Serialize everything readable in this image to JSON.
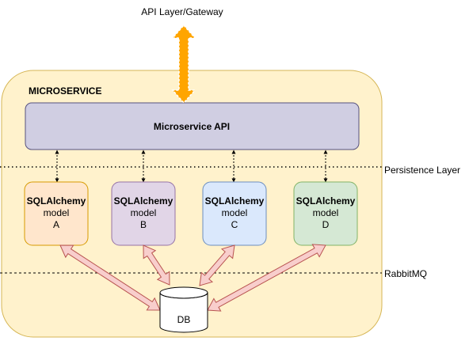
{
  "gateway_label": "API Layer/Gateway",
  "container_label": "MICROSERVICE",
  "api_label": "Microservice API",
  "persistence_label": "Persistence Layer",
  "rabbitmq_label": "RabbitMQ",
  "db_label": "DB",
  "models": [
    {
      "line1": "SQLAlchemy",
      "line2": "model",
      "line3": "A",
      "fill": "#ffe6cc",
      "stroke": "#d79b00"
    },
    {
      "line1": "SQLAlchemy",
      "line2": "model",
      "line3": "B",
      "fill": "#e1d5e7",
      "stroke": "#9673a6"
    },
    {
      "line1": "SQLAlchemy",
      "line2": "model",
      "line3": "C",
      "fill": "#dae8fc",
      "stroke": "#6c8ebf"
    },
    {
      "line1": "SQLAlchemy",
      "line2": "model",
      "line3": "D",
      "fill": "#d5e8d4",
      "stroke": "#82b366"
    }
  ],
  "colors": {
    "container_fill": "#fff2cc",
    "container_stroke": "#d6b656",
    "api_fill": "#d0cee2",
    "api_stroke": "#56517e",
    "gateway_arrow": "#ffa500",
    "db_arrow_fill": "#f8cecc",
    "db_arrow_stroke": "#b85450"
  }
}
